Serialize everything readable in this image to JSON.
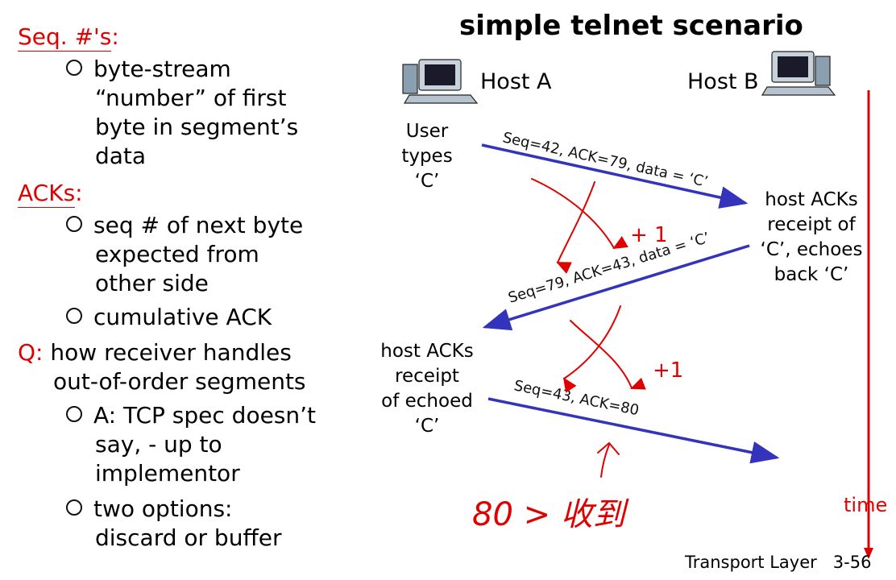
{
  "left": {
    "seq_heading": "Seq. #'s",
    "seq_colon": ":",
    "seq_bullet_lines": [
      "byte-stream",
      "“number” of first",
      "byte in segment’s",
      "data"
    ],
    "ack_heading": "ACKs",
    "ack_colon": ":",
    "ack_bullet1_lines": [
      "seq # of next byte",
      "expected from",
      "other side"
    ],
    "ack_bullet2": "cumulative ACK",
    "q_prefix": "Q:",
    "q_lines": [
      "how receiver handles",
      "out-of-order segments"
    ],
    "q_bullet1_lines": [
      "A: TCP spec doesn’t",
      "say, - up to",
      "implementor"
    ],
    "q_bullet2_lines": [
      "two options:",
      "discard or buffer"
    ]
  },
  "diagram": {
    "title": "simple telnet scenario",
    "host_a": "Host A",
    "host_b": "Host B",
    "user_types_lines": [
      "User",
      "types",
      "‘C’"
    ],
    "host_b_ack_lines": [
      "host ACKs",
      "receipt of",
      "‘C’, echoes",
      "back ‘C’"
    ],
    "host_a_ack_lines": [
      "host ACKs",
      "receipt",
      "of echoed",
      "‘C’"
    ],
    "msg1": "Seq=42, ACK=79, data = ‘C’",
    "msg2": "Seq=79, ACK=43, data = ‘C’",
    "msg3": "Seq=43, ACK=80",
    "time_label": "time",
    "handwriting_plus1": "+ 1",
    "handwriting_plus1_b": "+1",
    "handwriting_note": "80 > 收到",
    "colors": {
      "arrow": "#3333bb",
      "time_line": "#e00000",
      "handwriting": "#e00000"
    }
  },
  "footer": {
    "course": "Transport Layer",
    "page": "3-56"
  }
}
